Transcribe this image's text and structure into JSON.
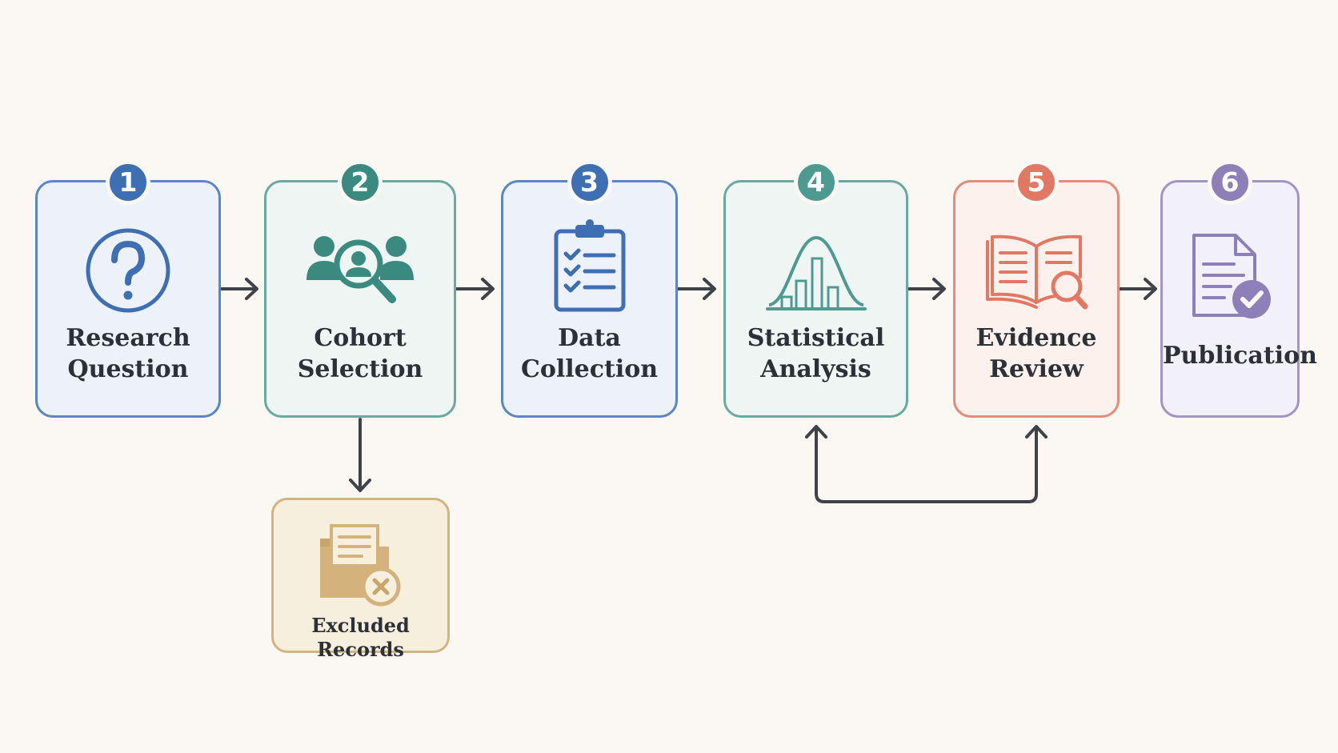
{
  "steps": [
    {
      "number": "1",
      "line1": "Research",
      "line2": "Question",
      "color": "#3f6fb3",
      "bg": "#edf2fa",
      "border": "#5b86c4",
      "icon": "question-icon"
    },
    {
      "number": "2",
      "line1": "Cohort",
      "line2": "Selection",
      "color": "#3a8a80",
      "bg": "#eef5f3",
      "border": "#6aa9a0",
      "icon": "people-search-icon"
    },
    {
      "number": "3",
      "line1": "Data",
      "line2": "Collection",
      "color": "#3f6fb3",
      "bg": "#edf2fa",
      "border": "#5b86c4",
      "icon": "clipboard-checklist-icon"
    },
    {
      "number": "4",
      "line1": "Statistical",
      "line2": "Analysis",
      "color": "#4f9a90",
      "bg": "#eef5f3",
      "border": "#6aa9a0",
      "icon": "bell-curve-chart-icon"
    },
    {
      "number": "5",
      "line1": "Evidence",
      "line2": "Review",
      "color": "#e07864",
      "bg": "#fdf1ee",
      "border": "#e58b7a",
      "icon": "book-magnifier-icon"
    },
    {
      "number": "6",
      "line1": "Publication",
      "line2": "",
      "color": "#8d7fb8",
      "bg": "#f2f0f8",
      "border": "#a195c6",
      "icon": "document-check-icon"
    }
  ],
  "excluded": {
    "label": "Excluded Records",
    "icon": "folder-x-icon"
  },
  "colors": {
    "arrow": "#3f4349",
    "background": "#fbf8f3"
  }
}
